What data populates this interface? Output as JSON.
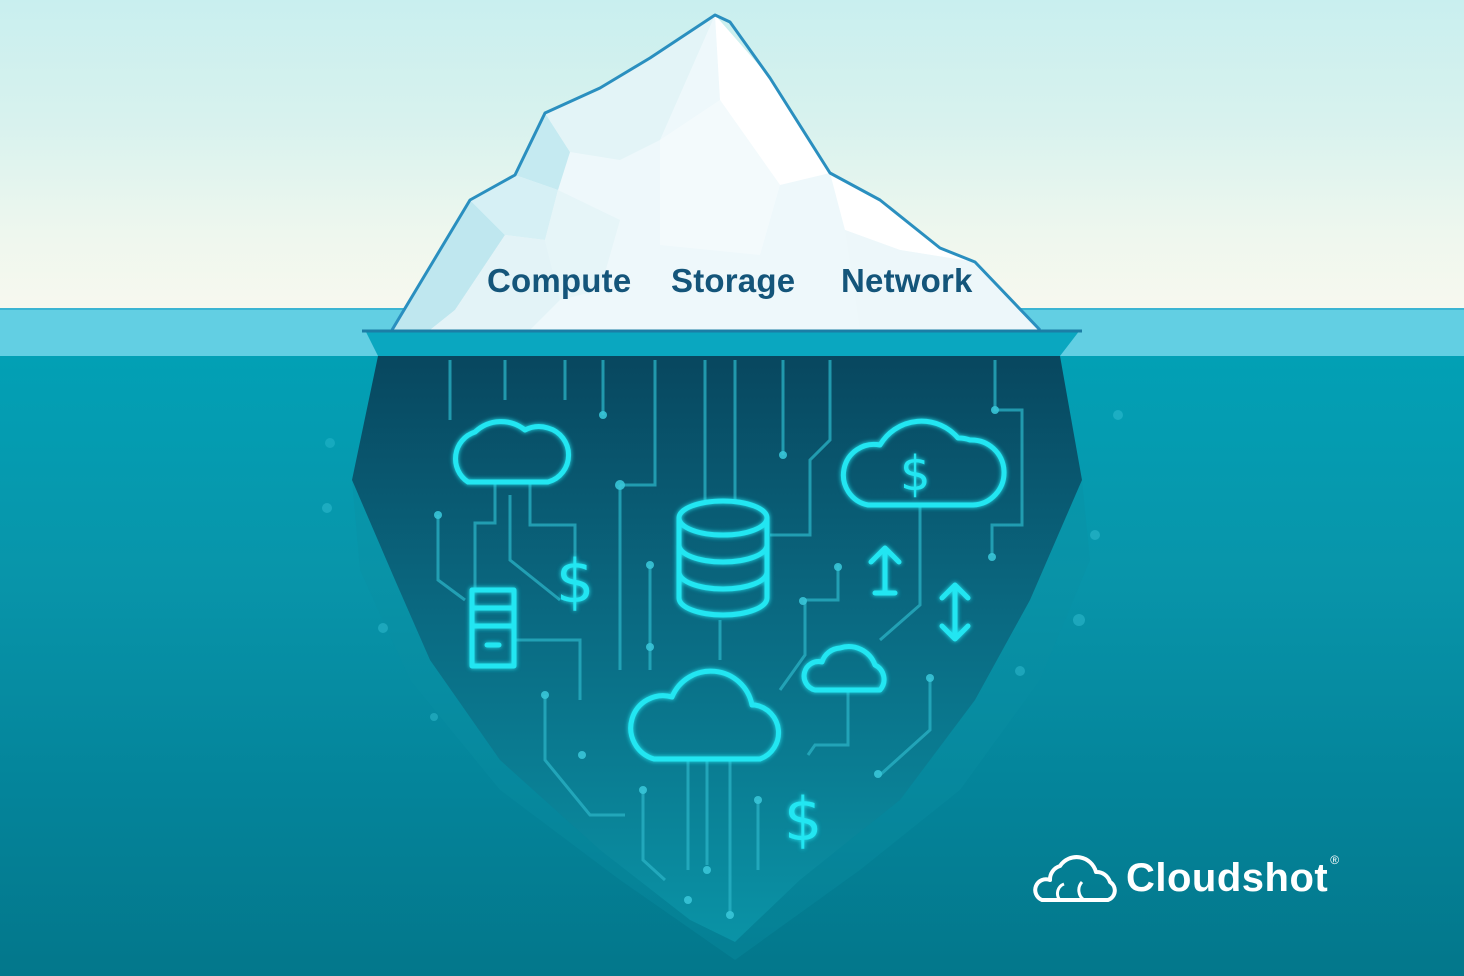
{
  "iceberg": {
    "above_water_labels": [
      "Compute",
      "Storage",
      "Network"
    ]
  },
  "underwater_icons": [
    {
      "name": "cloud-icon",
      "position": "top-left"
    },
    {
      "name": "dollar-icon",
      "position": "left-center"
    },
    {
      "name": "server-icon",
      "position": "left"
    },
    {
      "name": "database-icon",
      "position": "center"
    },
    {
      "name": "cloud-dollar-icon",
      "position": "top-right"
    },
    {
      "name": "arrow-up-icon",
      "position": "right-center"
    },
    {
      "name": "arrow-up-down-icon",
      "position": "right"
    },
    {
      "name": "cloud-icon",
      "position": "bottom-center-large"
    },
    {
      "name": "cloud-icon",
      "position": "bottom-right-small"
    },
    {
      "name": "dollar-icon",
      "position": "bottom-center"
    }
  ],
  "brand": {
    "name": "Cloudshot",
    "registered_mark": "®"
  },
  "colors": {
    "sky_top": "#c9efef",
    "sky_bottom": "#f7f8ef",
    "surface": "#62cfe3",
    "deep_water": "#0895aa",
    "iceberg_outline": "#2a8fbf",
    "label_text": "#14557a",
    "underwater_berg": "#0a5e78",
    "neon_icon": "#22e6f2",
    "circuit_line": "#2ab3c6"
  }
}
